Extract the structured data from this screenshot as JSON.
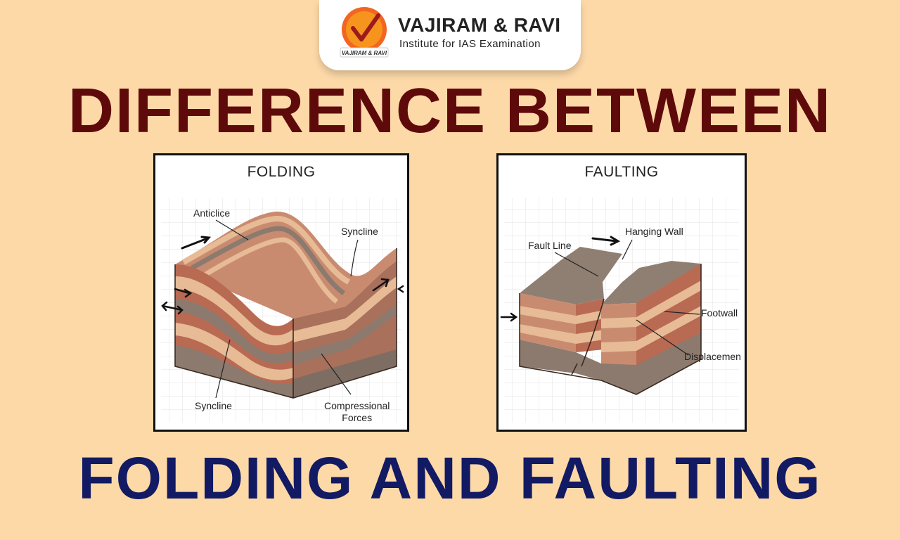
{
  "logo": {
    "name": "VAJIRAM & RAVI",
    "subtitle": "Institute for IAS Examination",
    "emblem_text": "VAJIRAM & RAVI"
  },
  "headline": {
    "top": "DIFFERENCE BETWEEN",
    "bottom": "FOLDING AND FAULTING"
  },
  "folding": {
    "title": "FOLDING",
    "labels": {
      "anticline": "Anticlice",
      "syncline_top": "Syncline",
      "syncline_bottom": "Syncline",
      "compressional_line1": "Compressional",
      "compressional_line2": "Forces"
    }
  },
  "faulting": {
    "title": "FAULTING",
    "labels": {
      "fault_line": "Fault Line",
      "hanging_wall": "Hanging Wall",
      "footwall": "Footwall",
      "displacement": "Displacemen"
    }
  },
  "colors": {
    "background": "#fdd9a8",
    "heading_top": "#5e0a0a",
    "heading_bottom": "#121a63",
    "rock_dark": "#8c7a6e",
    "rock_red": "#b96a52",
    "rock_light": "#e6bb96"
  }
}
